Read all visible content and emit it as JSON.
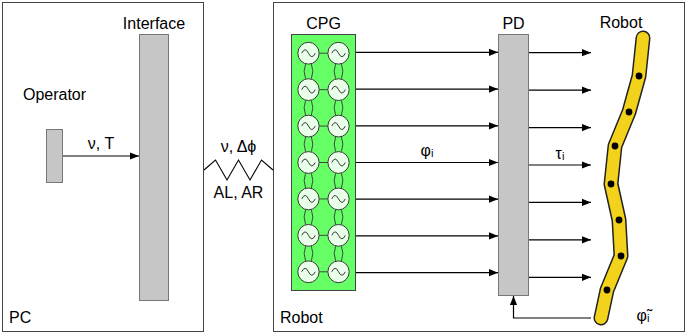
{
  "diagram": {
    "nodes": [
      {
        "text": [
          "PC"
        ]
      },
      {
        "text": [
          "Operator"
        ],
        "in": 0
      },
      {
        "text": [
          "Interface"
        ],
        "in": 0
      },
      {
        "text": [
          "Robot"
        ]
      },
      {
        "text": [
          "CPG"
        ],
        "in": 3
      },
      {
        "text": [
          "PD"
        ],
        "in": 3
      },
      {
        "text": [
          "Robot"
        ],
        "in": 3
      }
    ],
    "edges": [
      {
        "from": 1,
        "to": 2,
        "arrow": "to",
        "label": "ν, T"
      },
      {
        "from": 0,
        "to": 3,
        "arrow": "none",
        "label": "ν, Δϕ"
      },
      {
        "from": 4,
        "to": 5,
        "arrow": "to"
      },
      {
        "from": 4,
        "to": 5,
        "arrow": "to"
      },
      {
        "from": 4,
        "to": 5,
        "arrow": "to"
      },
      {
        "from": 4,
        "to": 5,
        "arrow": "to",
        "label": "φᵢ"
      },
      {
        "from": 4,
        "to": 5,
        "arrow": "to"
      },
      {
        "from": 4,
        "to": 5,
        "arrow": "to"
      },
      {
        "from": 4,
        "to": 5,
        "arrow": "to"
      },
      {
        "from": 5,
        "to": 6,
        "arrow": "to"
      },
      {
        "from": 5,
        "to": 6,
        "arrow": "to"
      },
      {
        "from": 5,
        "to": 6,
        "arrow": "to"
      },
      {
        "from": 5,
        "to": 6,
        "arrow": "to",
        "label": "τᵢ"
      },
      {
        "from": 5,
        "to": 6,
        "arrow": "to"
      },
      {
        "from": 5,
        "to": 6,
        "arrow": "to"
      },
      {
        "from": 5,
        "to": 6,
        "arrow": "to"
      },
      {
        "from": 6,
        "to": 5,
        "arrow": "to",
        "label": "φ̃ᵢ"
      }
    ],
    "labels": [
      "AL, AR"
    ]
  }
}
